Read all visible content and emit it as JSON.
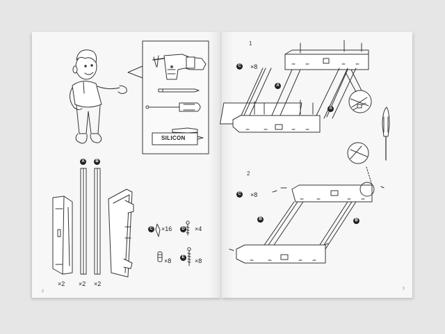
{
  "left_page": {
    "page_number": "2",
    "tools_box": {
      "silicon_label": "SILICON"
    },
    "parts": [
      {
        "letter": "",
        "qty": "×2"
      },
      {
        "letter": "A",
        "qty": "×2"
      },
      {
        "letter": "B",
        "qty": "×2"
      }
    ],
    "hardware": [
      {
        "letter": "C",
        "qty": "×16"
      },
      {
        "letter": "D",
        "qty": "×4"
      },
      {
        "letter": "",
        "qty": "×8"
      },
      {
        "letter": "E",
        "qty": "×8"
      }
    ]
  },
  "right_page": {
    "page_number": "3",
    "steps": [
      {
        "number": "1",
        "hardware_letter": "C",
        "hardware_qty": "×8",
        "part_letter": "A"
      },
      {
        "number": "2",
        "hardware_letter": "C",
        "hardware_qty": "×8",
        "part_letter": "B"
      }
    ]
  },
  "colors": {
    "paper": "#f7f7f7",
    "background": "#e6e6e6",
    "ink": "#222222"
  }
}
